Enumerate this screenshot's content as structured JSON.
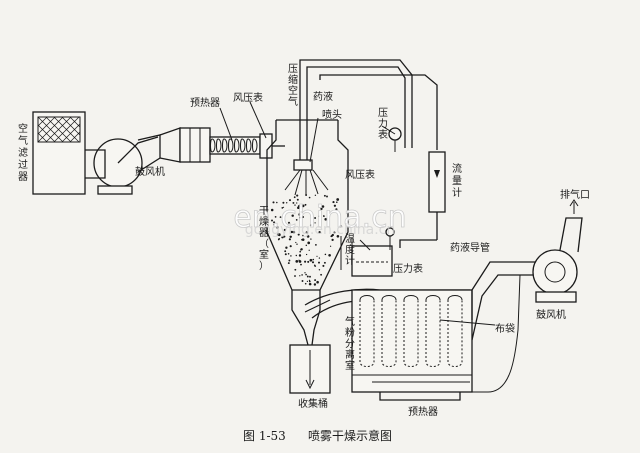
{
  "labels": {
    "air_filter": "空气滤过器",
    "blower_left": "鼓风机",
    "preheater_top": "预热器",
    "wind_pressure_gauge_top": "风压表",
    "compressed_air": "压缩空气",
    "liquid": "药液",
    "nozzle": "喷头",
    "pressure_gauge_top": "压力表",
    "flow_meter": "流量计",
    "wind_pressure_gauge_mid": "风压表",
    "exhaust_outlet": "排气口",
    "dryer_chamber": "干燥器（室）",
    "thermometer": "温度计",
    "pressure_gauge_mid": "压力表",
    "liquid_pipe": "药液导管",
    "blower_right": "鼓风机",
    "bag": "布袋",
    "gas_powder_separator": "气粉分离室",
    "collection_bucket": "收集桶",
    "preheater_bottom": "预热器"
  },
  "caption": {
    "number": "图 1-53",
    "title": "喷雾干燥示意图"
  },
  "watermark": {
    "main": "en.china.cn",
    "sub": "gongying.en.china.cn"
  }
}
